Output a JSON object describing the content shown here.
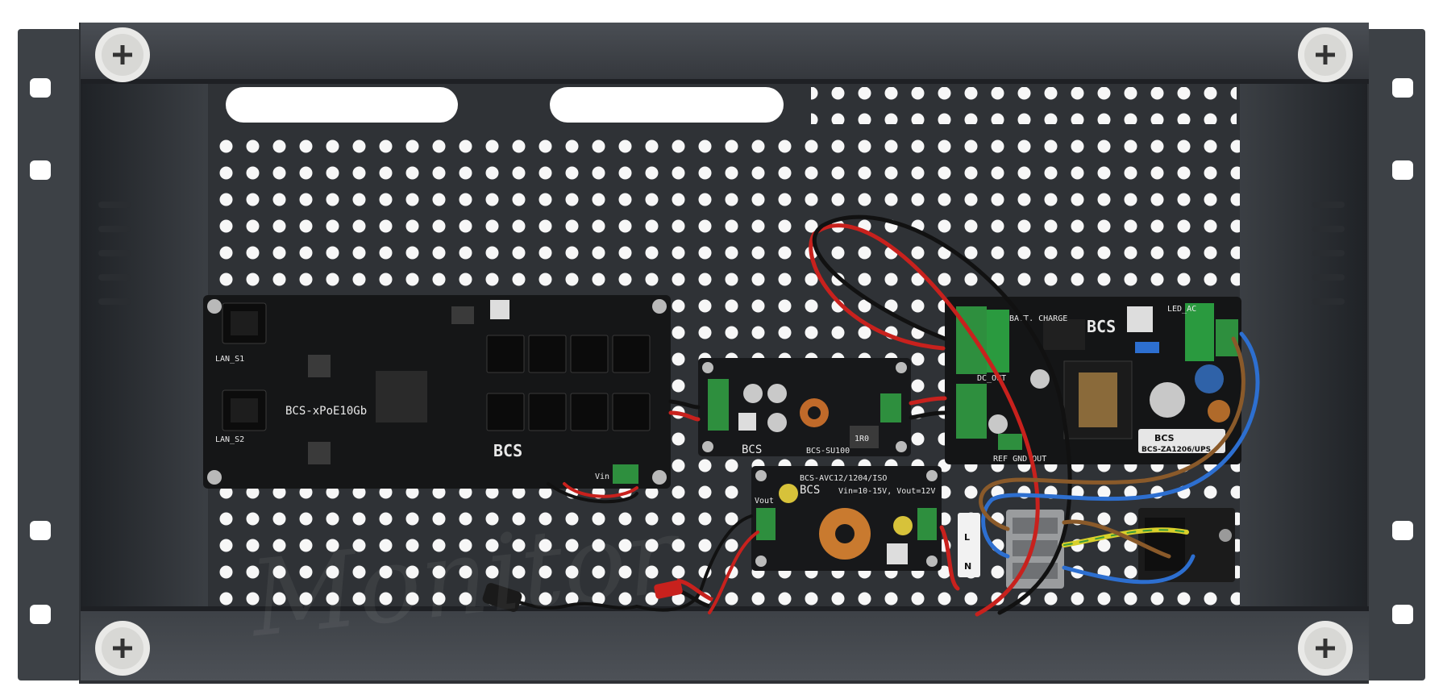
{
  "boards": {
    "poe_switch": {
      "model": "BCS-xPoE10Gb",
      "brand": "BCS",
      "port_label_1": "LAN_S1",
      "port_label_2": "LAN_S2",
      "terminal_label": "Vin"
    },
    "dc_module": {
      "model": "BCS-SU100",
      "brand": "BCS",
      "inductor_label": "1R0"
    },
    "converter": {
      "model": "BCS-AVC12/1204/ISO",
      "brand": "BCS",
      "spec": "Vin=10-15V, Vout=12V",
      "out_label": "Vout"
    },
    "power_supply": {
      "model": "BCS-ZA1206/UPS",
      "brand": "BCS",
      "batt_label": "BATT. CHARGE",
      "dc_out_label": "DC_OUT",
      "led_label": "LED_AC",
      "terminal_label": "REF GND OUT"
    },
    "mains_label": {
      "l": "L",
      "n": "N"
    }
  },
  "watermark": "Monitor"
}
